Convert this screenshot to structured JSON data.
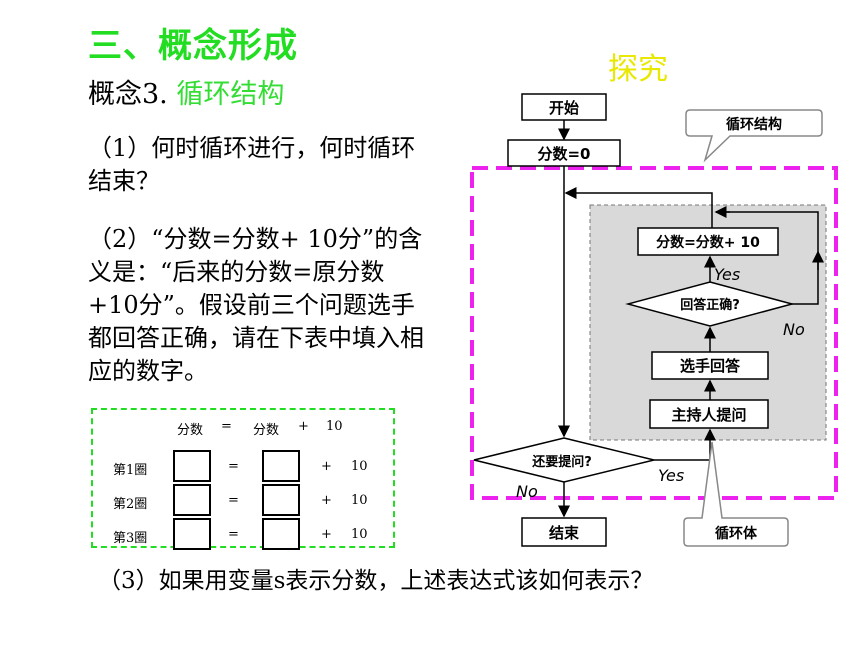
{
  "heading": {
    "title": "三、概念形成",
    "concept_prefix": "概念3. ",
    "concept_name": "循环结构",
    "explore": "探究"
  },
  "questions": {
    "q1": "（1）何时循环进行，何时循环结束？",
    "q2": "（2）“分数=分数+ 10分”的含义是：“后来的分数=原分数+10分”。假设前三个问题选手都回答正确，请在下表中填入相应的数字。",
    "q3": "（3）如果用变量s表示分数，上述表达式该如何表示？"
  },
  "table": {
    "header": {
      "left": "分数",
      "eq": "=",
      "mid": "分数",
      "plus": "+",
      "num": "10"
    },
    "rows": [
      {
        "label": "第1圈",
        "eq": "=",
        "plus": "+",
        "num": "10"
      },
      {
        "label": "第2圈",
        "eq": "=",
        "plus": "+",
        "num": "10"
      },
      {
        "label": "第3圈",
        "eq": "=",
        "plus": "+",
        "num": "10"
      }
    ]
  },
  "flowchart": {
    "start": "开始",
    "init": "分数=0",
    "loop_structure": "循环结构",
    "update": "分数=分数+ 10",
    "correct": "回答正确?",
    "answer": "选手回答",
    "host": "主持人提问",
    "continue": "还要提问?",
    "end": "结束",
    "loop_body": "循环体",
    "yes1": "Yes",
    "no1": "No",
    "yes2": "Yes",
    "no2": "No"
  },
  "colors": {
    "title_green": "#22dd22",
    "magenta_dash": "#ee22ee",
    "explore_yellow": "#e8e800"
  }
}
